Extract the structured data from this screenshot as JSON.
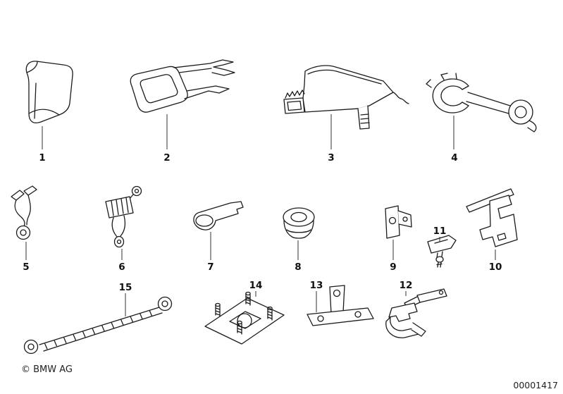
{
  "diagram": {
    "copyright": "© BMW AG",
    "document_number": "00001417",
    "parts": [
      {
        "label": "1"
      },
      {
        "label": "2"
      },
      {
        "label": "3"
      },
      {
        "label": "4"
      },
      {
        "label": "5"
      },
      {
        "label": "6"
      },
      {
        "label": "7"
      },
      {
        "label": "8"
      },
      {
        "label": "9"
      },
      {
        "label": "10"
      },
      {
        "label": "11"
      },
      {
        "label": "12"
      },
      {
        "label": "13"
      },
      {
        "label": "14"
      },
      {
        "label": "15"
      }
    ]
  }
}
